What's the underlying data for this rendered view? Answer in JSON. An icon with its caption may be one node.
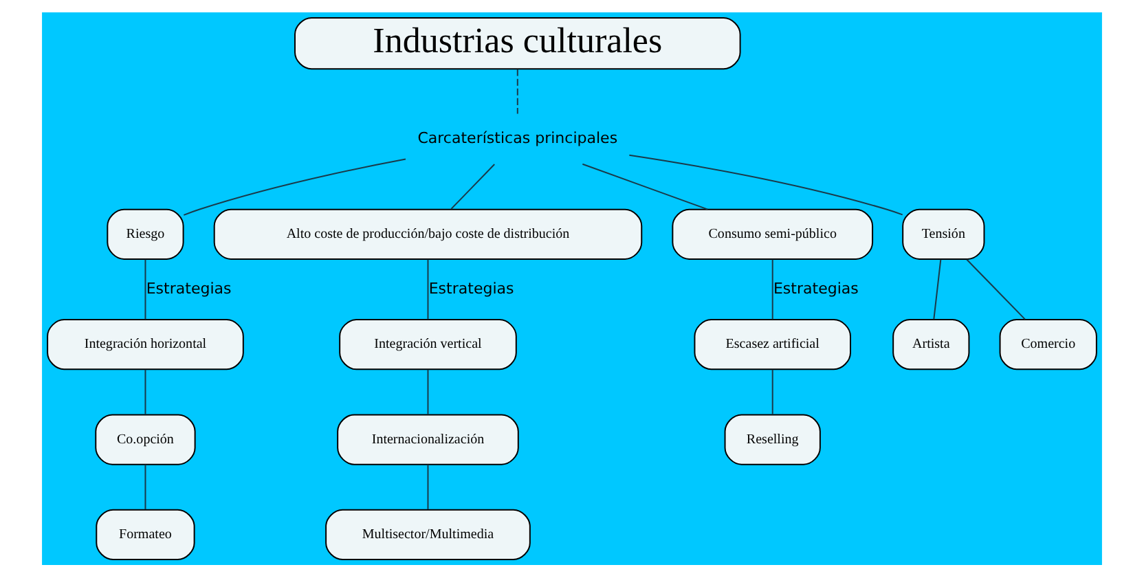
{
  "diagram": {
    "nodes": [
      {
        "text": [
          "Industrias culturales"
        ]
      },
      {
        "text": [
          "Carcaterísticas principales"
        ]
      },
      {
        "text": [
          "Riesgo"
        ]
      },
      {
        "text": [
          "Alto coste de producción/bajo coste de distribución"
        ]
      },
      {
        "text": [
          "Consumo semi-público"
        ]
      },
      {
        "text": [
          "Tensión"
        ]
      },
      {
        "text": [
          "Integración horizontal"
        ]
      },
      {
        "text": [
          "Co.opción"
        ]
      },
      {
        "text": [
          "Formateo"
        ]
      },
      {
        "text": [
          "Integración vertical"
        ]
      },
      {
        "text": [
          "Internacionalización"
        ]
      },
      {
        "text": [
          "Multisector/Multimedia"
        ]
      },
      {
        "text": [
          "Escasez artificial"
        ]
      },
      {
        "text": [
          "Reselling"
        ]
      },
      {
        "text": [
          "Artista"
        ]
      },
      {
        "text": [
          "Comercio"
        ]
      }
    ],
    "edges": [
      {
        "from": 0,
        "to": 1,
        "arrow": "none",
        "style": "dashed"
      },
      {
        "from": 1,
        "to": 2,
        "arrow": "none"
      },
      {
        "from": 1,
        "to": 3,
        "arrow": "none"
      },
      {
        "from": 1,
        "to": 4,
        "arrow": "none"
      },
      {
        "from": 1,
        "to": 5,
        "arrow": "none"
      },
      {
        "from": 2,
        "to": 6,
        "arrow": "none",
        "label": "Estrategias"
      },
      {
        "from": 6,
        "to": 7,
        "arrow": "none"
      },
      {
        "from": 7,
        "to": 8,
        "arrow": "none"
      },
      {
        "from": 3,
        "to": 9,
        "arrow": "none",
        "label": "Estrategias"
      },
      {
        "from": 9,
        "to": 10,
        "arrow": "none"
      },
      {
        "from": 10,
        "to": 11,
        "arrow": "none"
      },
      {
        "from": 4,
        "to": 12,
        "arrow": "none",
        "label": "Estrategias"
      },
      {
        "from": 12,
        "to": 13,
        "arrow": "none"
      },
      {
        "from": 5,
        "to": 14,
        "arrow": "none"
      },
      {
        "from": 5,
        "to": 15,
        "arrow": "none"
      }
    ]
  }
}
